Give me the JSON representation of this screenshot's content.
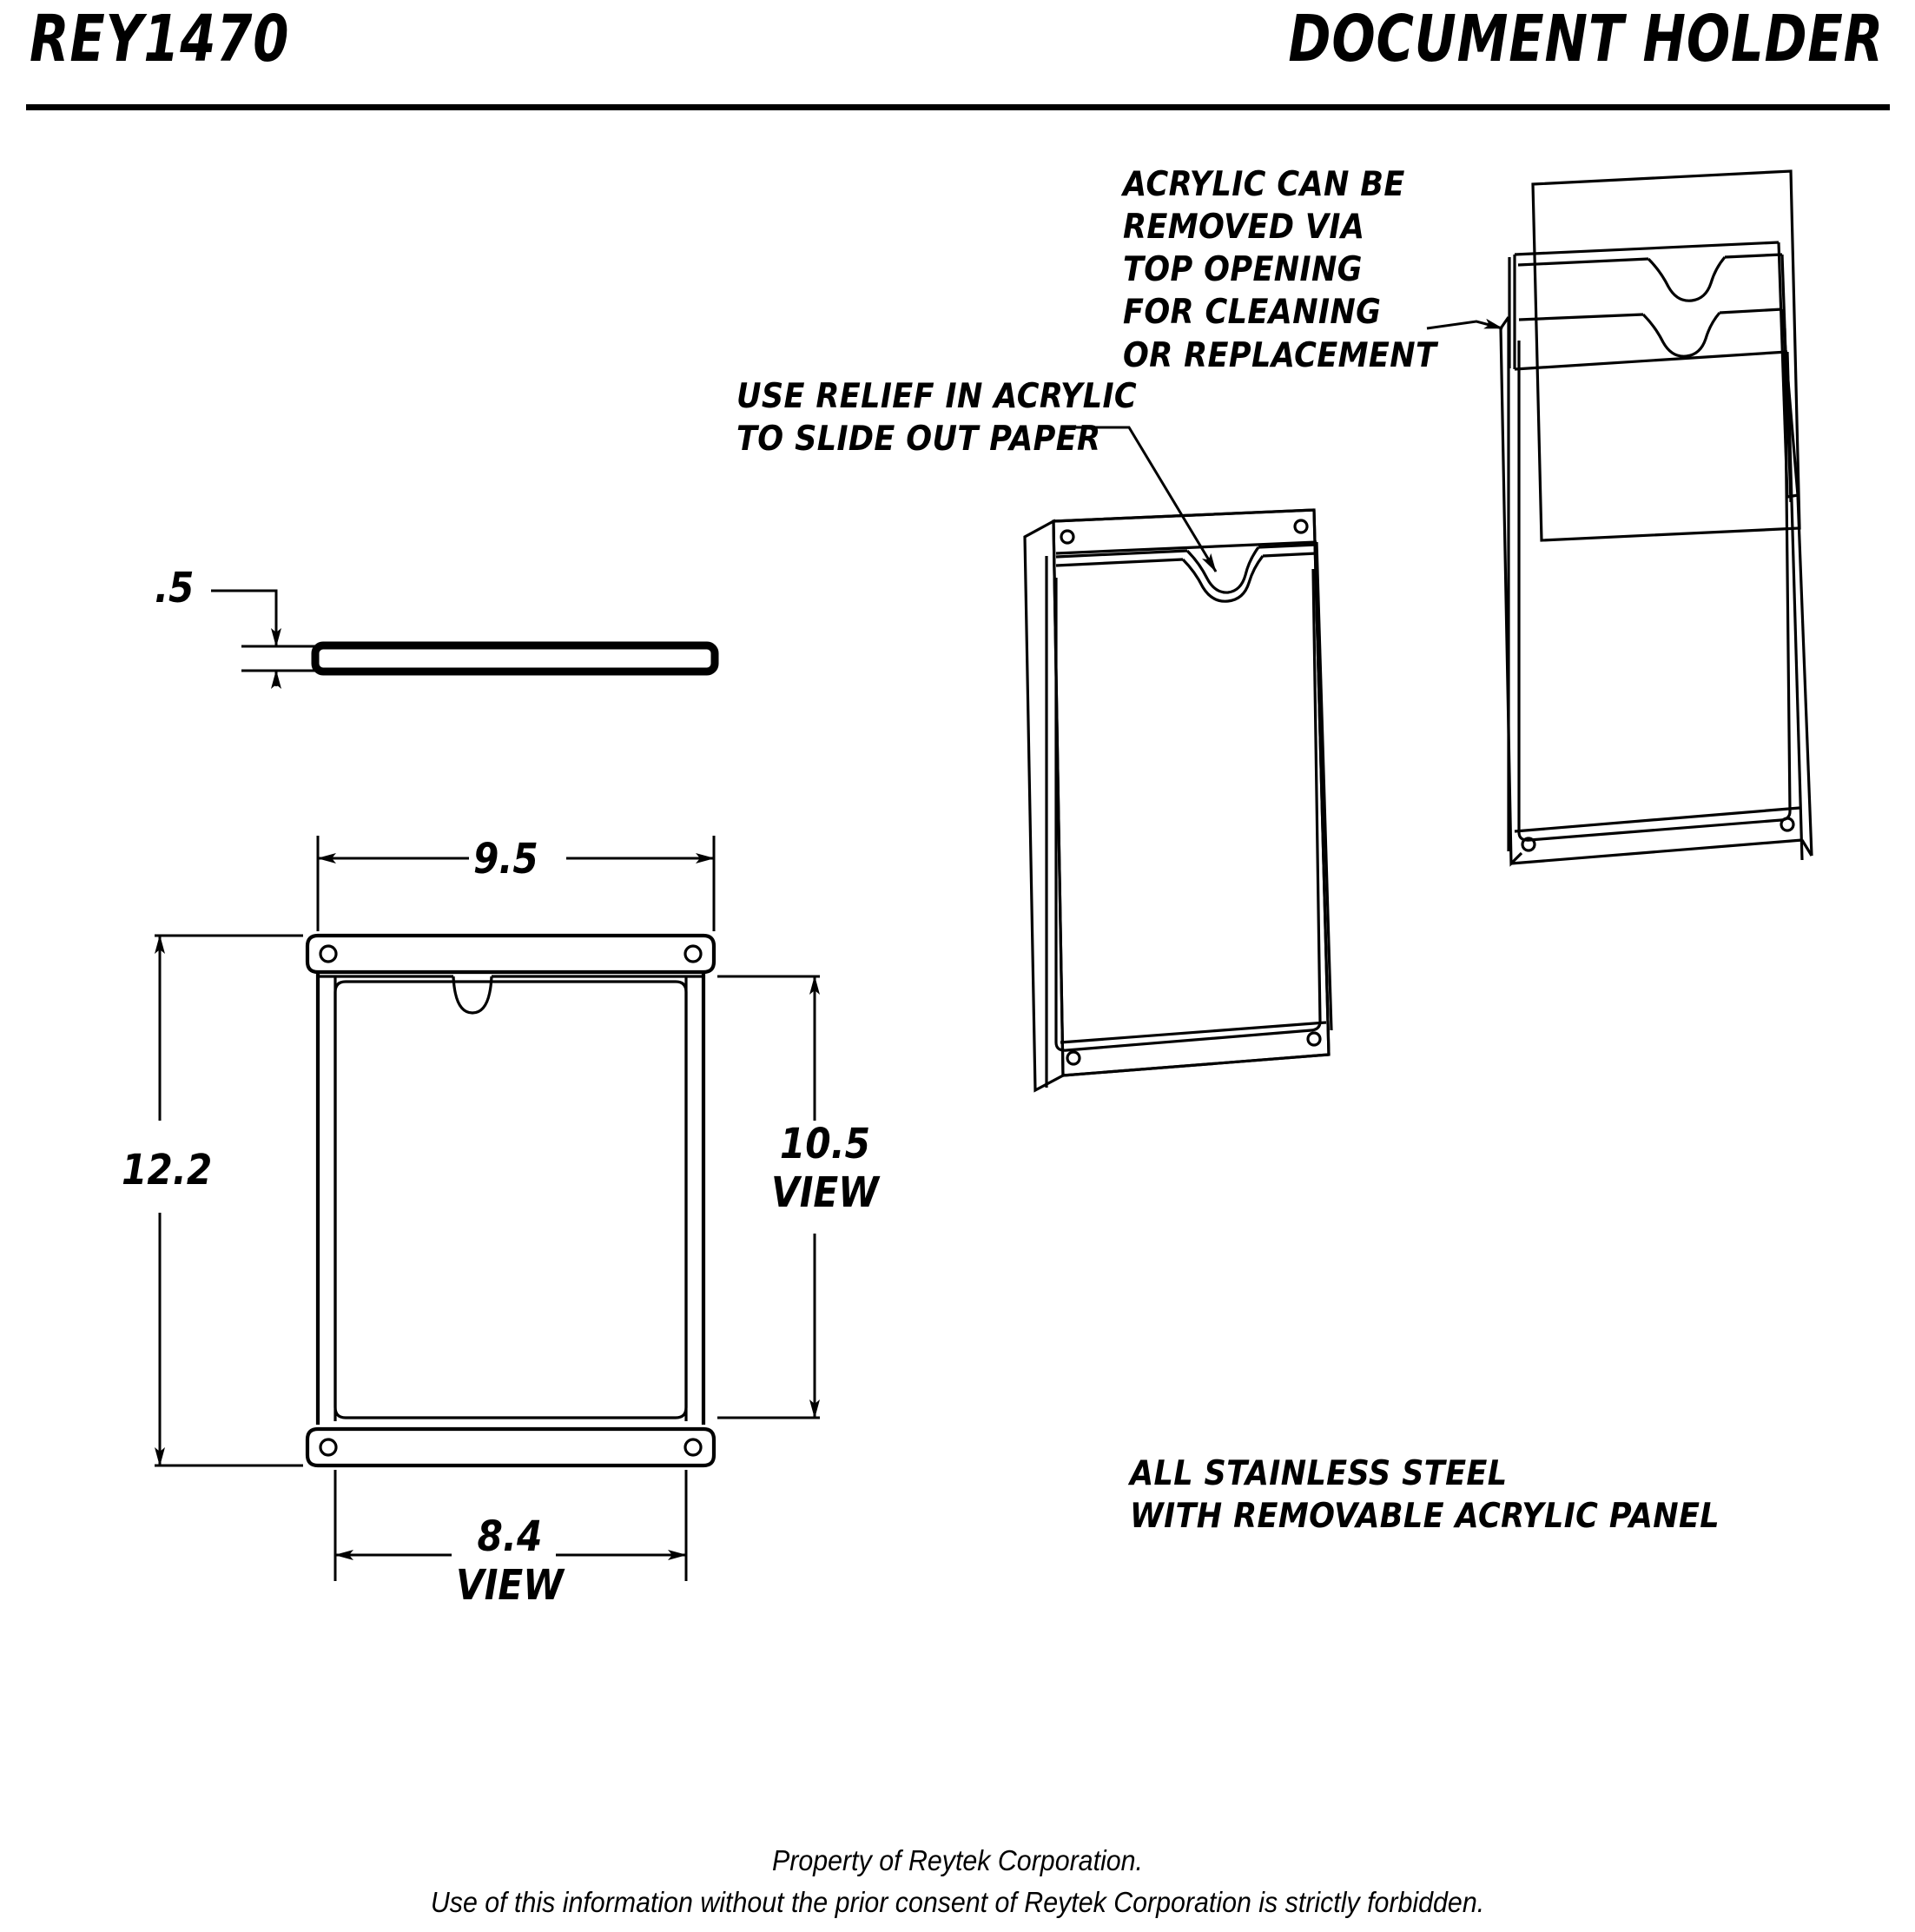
{
  "sheet": {
    "title_left": "REY1470",
    "title_right": "DOCUMENT HOLDER"
  },
  "notes": {
    "acrylic_removal": "ACRYLIC CAN BE\nREMOVED VIA\nTOP OPENING\nFOR CLEANING\nOR REPLACEMENT",
    "relief": "USE RELIEF IN ACRYLIC\nTO SLIDE OUT PAPER",
    "material": "ALL STAINLESS STEEL\nWITH REMOVABLE ACRYLIC PANEL"
  },
  "dimensions": {
    "thickness": ".5",
    "overall_width": "9.5",
    "overall_height": "12.2",
    "view_height": "10.5\nVIEW",
    "view_width": "8.4\nVIEW"
  },
  "footer": {
    "line1": "Property of Reytek Corporation.",
    "line2": "Use of this information without the prior consent of Reytek Corporation is strictly forbidden."
  },
  "drawing_data": {
    "type": "engineering-drawing",
    "part_number": "REY1470",
    "part_name": "DOCUMENT HOLDER",
    "units": "inches",
    "material": "stainless steel with removable acrylic panel",
    "views": [
      {
        "name": "side-profile-view",
        "shows": "panel thickness",
        "dimension": ".5"
      },
      {
        "name": "front-view",
        "shows": "overall outline, mounting tabs, relief notch, viewing window",
        "dimensions": {
          "width": "9.5",
          "height": "12.2",
          "view_width": "8.4",
          "view_height": "10.5"
        }
      },
      {
        "name": "isometric-assembled-view",
        "shows": "assembled holder with relief notch"
      },
      {
        "name": "isometric-exploded-view",
        "shows": "acrylic panel lifted out through top opening"
      }
    ],
    "features": [
      "four corner mounting holes",
      "semicircular relief notch at top",
      "open top for acrylic removal"
    ],
    "line_color": "#000000",
    "background_color": "#ffffff"
  }
}
